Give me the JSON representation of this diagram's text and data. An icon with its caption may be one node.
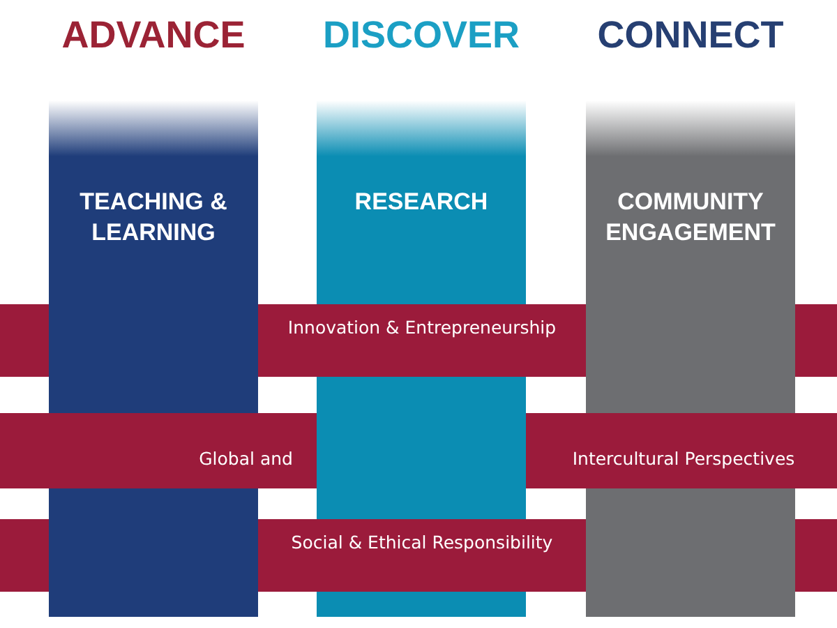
{
  "diagram": {
    "nodes": [
      {
        "text": [
          "ADVANCE",
          "TEACHING & LEARNING"
        ]
      },
      {
        "text": [
          "DISCOVER",
          "RESEARCH"
        ]
      },
      {
        "text": [
          "CONNECT",
          "COMMUNITY ENGAGEMENT"
        ]
      },
      {
        "text": [
          "Innovation & Entrepreneurship"
        ]
      },
      {
        "text": [
          "Global and",
          "Intercultural Perspectives"
        ]
      },
      {
        "text": [
          "Social & Ethical Responsibility"
        ]
      }
    ],
    "edges": []
  }
}
